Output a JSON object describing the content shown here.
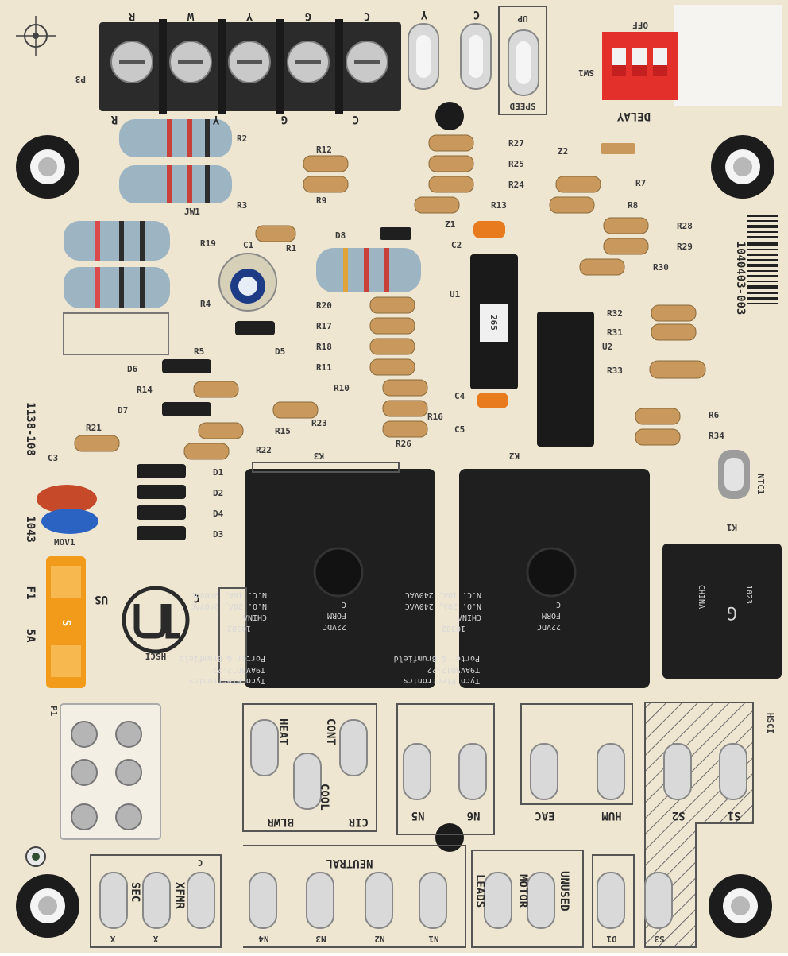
{
  "top_terminals": [
    "R",
    "W",
    "Y",
    "G",
    "C"
  ],
  "terminal_bottom": [
    "R",
    "Y",
    "G",
    "C"
  ],
  "p3": "P3",
  "top_taps": [
    "Y",
    "C"
  ],
  "speed_tap_up": "UP",
  "speed_label": "SPEED",
  "sw1": "SW1",
  "off": "OFF",
  "delay": "DELAY",
  "part_number": "1040403-003",
  "left_side_code1": "1138-108",
  "left_side_code2": "1043",
  "fuse": {
    "ref": "F1",
    "rating": "5A",
    "mark": "S"
  },
  "c_us": [
    "C",
    "US"
  ],
  "hsci": "HSCI",
  "hsci_right": "HSCI",
  "p1": "P1",
  "relay": [
    "10382",
    "CHINA",
    "N.O. 20A, 240VAC",
    "N.C. 10A, 240VAC",
    "C",
    "FORM",
    "22VDC",
    "Porter & Brumfield",
    "T9AV5D12-22",
    "Tyco Electronics"
  ],
  "relay_k3": "K3",
  "relay_k2": "K2",
  "relay_k1": "K1",
  "small_relay": [
    "G",
    "1023",
    "CHINA"
  ],
  "ic_u1": "U1",
  "ic_u2": "U2",
  "ic_label": "265",
  "resistor_labels": [
    "R2",
    "R3",
    "R12",
    "R9",
    "R27",
    "R25",
    "R24",
    "R13",
    "R7",
    "R8",
    "R28",
    "R29",
    "R30",
    "R32",
    "R31",
    "R33",
    "R6",
    "R34",
    "R20",
    "R17",
    "R18",
    "R11",
    "R10",
    "R16",
    "R14",
    "R1",
    "R19",
    "R4",
    "R5",
    "R21",
    "R23",
    "R15",
    "R22",
    "R26"
  ],
  "cap_labels": [
    "C1",
    "C2",
    "C3",
    "C4",
    "C5"
  ],
  "diode_labels": [
    "D1",
    "D2",
    "D3",
    "D4",
    "D5",
    "D6",
    "D7",
    "D8"
  ],
  "misc_labels": [
    "JW1",
    "Z1",
    "Z2",
    "NTC1",
    "MOV1"
  ],
  "bottom_taps": {
    "heat": "HEAT",
    "cont": "CONT",
    "cool": "COOL",
    "blwr": "BLWR",
    "cir": "CIR",
    "n5": "N5",
    "n6": "N6",
    "eac": "EAC",
    "hum": "HUM",
    "s2": "S2",
    "s1": "S1",
    "neutral": "NEUTRAL",
    "n4": "N4",
    "n3": "N3",
    "n2": "N2",
    "n1": "N1",
    "unused": "UNUSED",
    "motor": "MOTOR",
    "leads": "LEADS",
    "d1": "D1",
    "s3": "S3",
    "sec": "SEC",
    "xfmr": "XFMR",
    "x": "X",
    "c": "C"
  },
  "colors": {
    "board": "#efe6d1",
    "relay": "#1f1f1f",
    "terminal": "#2b2b2b",
    "dip": "#e4302b",
    "fuse": "#f29a1a"
  }
}
